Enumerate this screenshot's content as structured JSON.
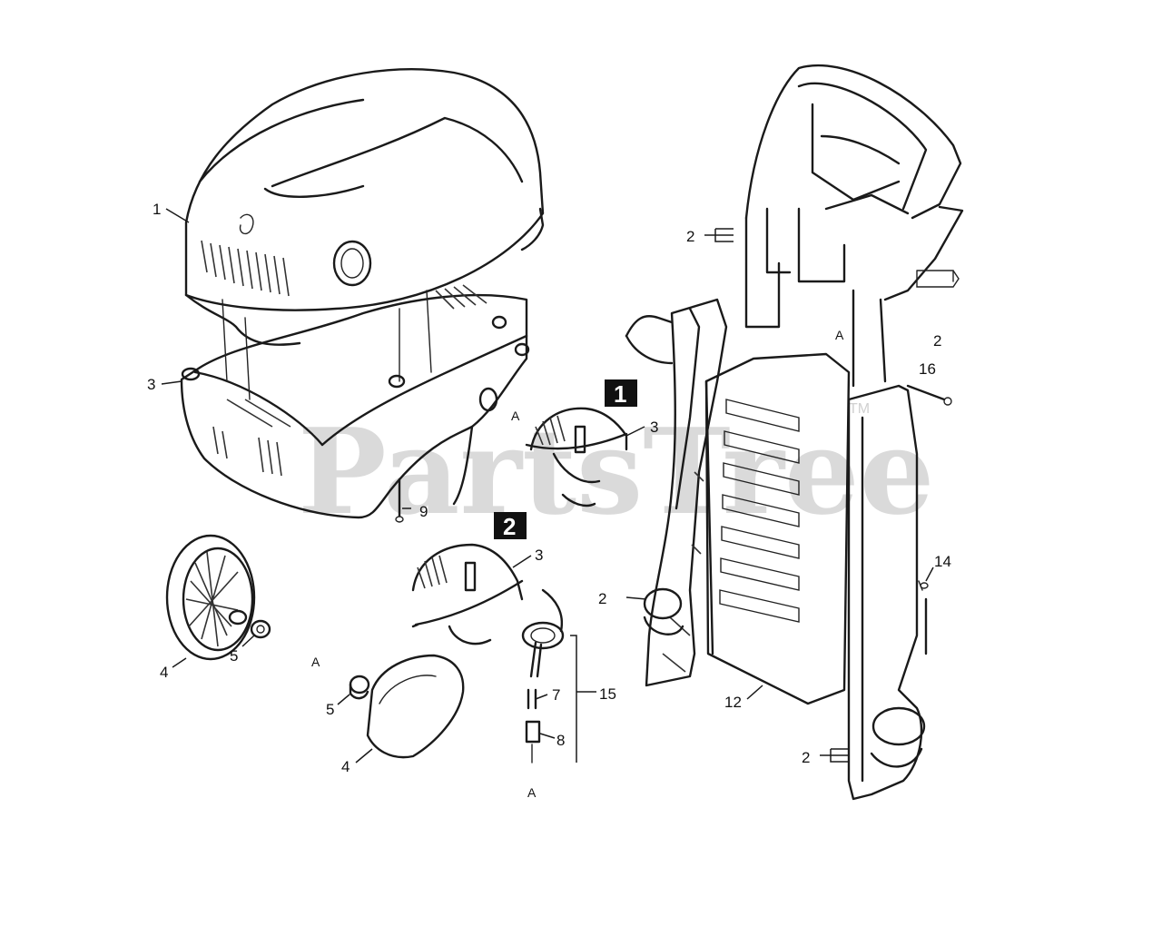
{
  "watermark": {
    "text": "PartsTree",
    "trademark": "TM"
  },
  "variants": [
    "1",
    "2"
  ],
  "callouts": {
    "c1": "1",
    "c2_handle": "2",
    "c2_top_right": "2",
    "c16": "16",
    "c2_left_frame": "2",
    "c2_bottom": "2",
    "c3_housing": "3",
    "c3_variant1": "3",
    "c3_variant2": "3",
    "c4_wheel": "4",
    "c4_cap": "4",
    "c5_wheel": "5",
    "c5_cap": "5",
    "c7": "7",
    "c8": "8",
    "c9": "9",
    "c12": "12",
    "c14": "14",
    "c15": "15",
    "a_housing": "A",
    "a_handle": "A",
    "a_left": "A",
    "a_hose": "A"
  }
}
